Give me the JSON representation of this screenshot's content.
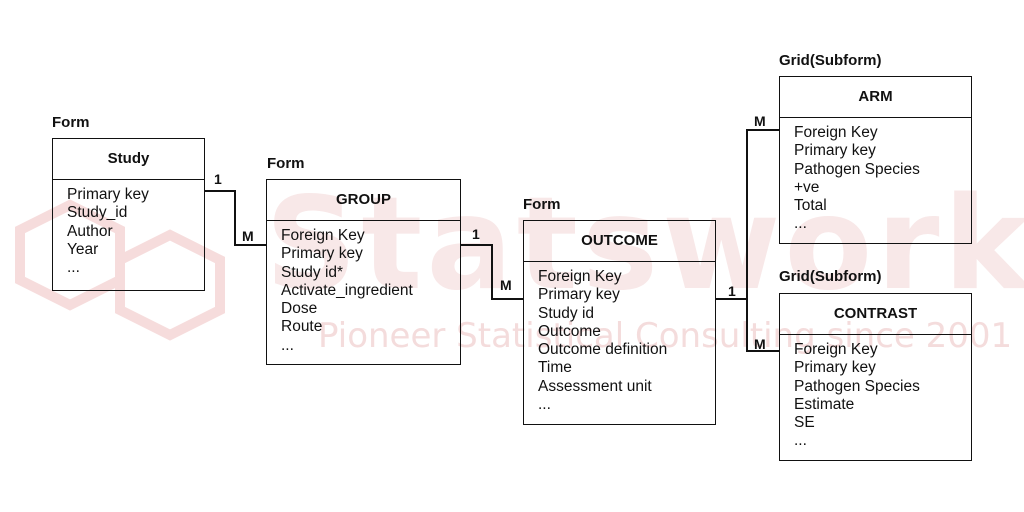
{
  "entities": {
    "study": {
      "caption": "Form",
      "title": "Study",
      "fields": [
        "Primary key",
        "Study_id",
        "Author",
        "Year",
        "..."
      ]
    },
    "group": {
      "caption": "Form",
      "title": "GROUP",
      "fields": [
        "Foreign Key",
        "Primary key",
        "Study id*",
        "Activate_ingredient",
        "Dose",
        "Route",
        "..."
      ]
    },
    "outcome": {
      "caption": "Form",
      "title": "OUTCOME",
      "fields": [
        "Foreign Key",
        "Primary key",
        "Study id",
        "Outcome",
        "Outcome definition",
        "Time",
        "Assessment unit",
        "..."
      ]
    },
    "arm": {
      "caption": "Grid(Subform)",
      "title": "ARM",
      "fields": [
        "Foreign Key",
        "Primary key",
        "Pathogen Species",
        "+ve",
        "Total",
        "..."
      ]
    },
    "contrast": {
      "caption": "Grid(Subform)",
      "title": "CONTRAST",
      "fields": [
        "Foreign Key",
        "Primary key",
        "Pathogen Species",
        "Estimate",
        "SE",
        "..."
      ]
    }
  },
  "relations": {
    "study_group": {
      "from": "1",
      "to": "M"
    },
    "group_outcome": {
      "from": "1",
      "to": "M"
    },
    "outcome_children": {
      "from": "1",
      "arm": "M",
      "contrast": "M"
    }
  },
  "watermark": {
    "brand": "Statswork",
    "tagline": "Pioneer Statistical Consulting since 2001"
  }
}
